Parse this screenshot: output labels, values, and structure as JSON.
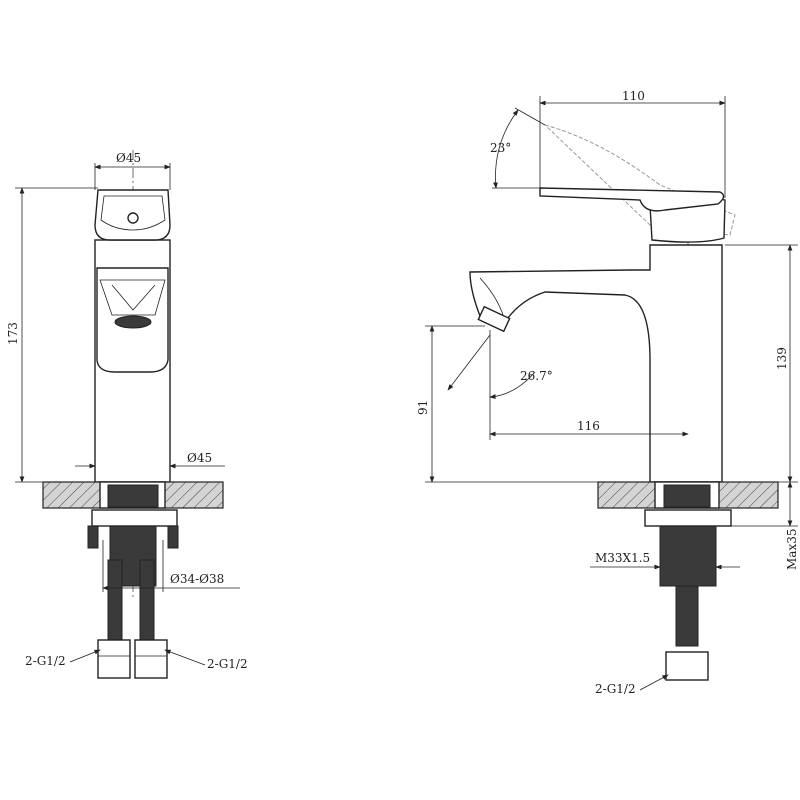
{
  "front_view": {
    "top_diameter": "Ø45",
    "height": "173",
    "base_diameter": "Ø45",
    "hole_diameter": "Ø34-Ø38",
    "left_inlet": "2-G1/2",
    "right_inlet": "2-G1/2"
  },
  "side_view": {
    "handle_length": "110",
    "handle_angle": "23°",
    "spout_height_total": "139",
    "spout_height": "91",
    "spout_angle": "26.7°",
    "spout_reach": "116",
    "max_deck_thickness": "Max35",
    "thread": "M33X1.5",
    "inlet": "2-G1/2"
  },
  "colors": {
    "line": "#222222",
    "hatch_fill": "#cfcfcf"
  }
}
